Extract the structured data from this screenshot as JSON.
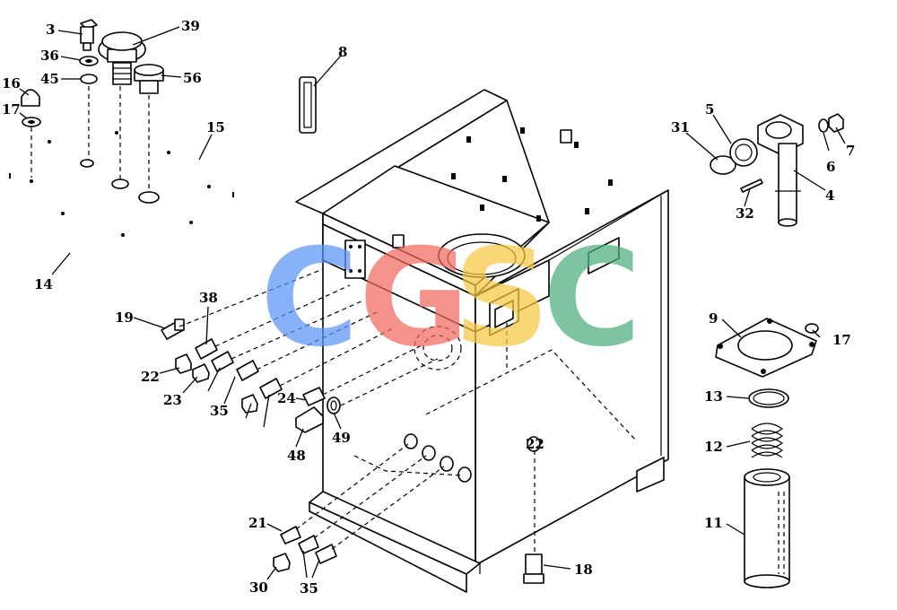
{
  "callouts": [
    "3",
    "39",
    "36",
    "45",
    "56",
    "16",
    "17",
    "8",
    "15",
    "5",
    "31",
    "6",
    "7",
    "4",
    "32",
    "14",
    "19",
    "38",
    "22",
    "23",
    "35",
    "24",
    "49",
    "48",
    "9",
    "17",
    "13",
    "12",
    "11",
    "22",
    "21",
    "30",
    "35",
    "18"
  ],
  "watermark": {
    "letters": [
      "C",
      "G",
      "S",
      "C"
    ],
    "colors": [
      "#5b95f6",
      "#f2695c",
      "#f5c842",
      "#4fae7e"
    ]
  }
}
